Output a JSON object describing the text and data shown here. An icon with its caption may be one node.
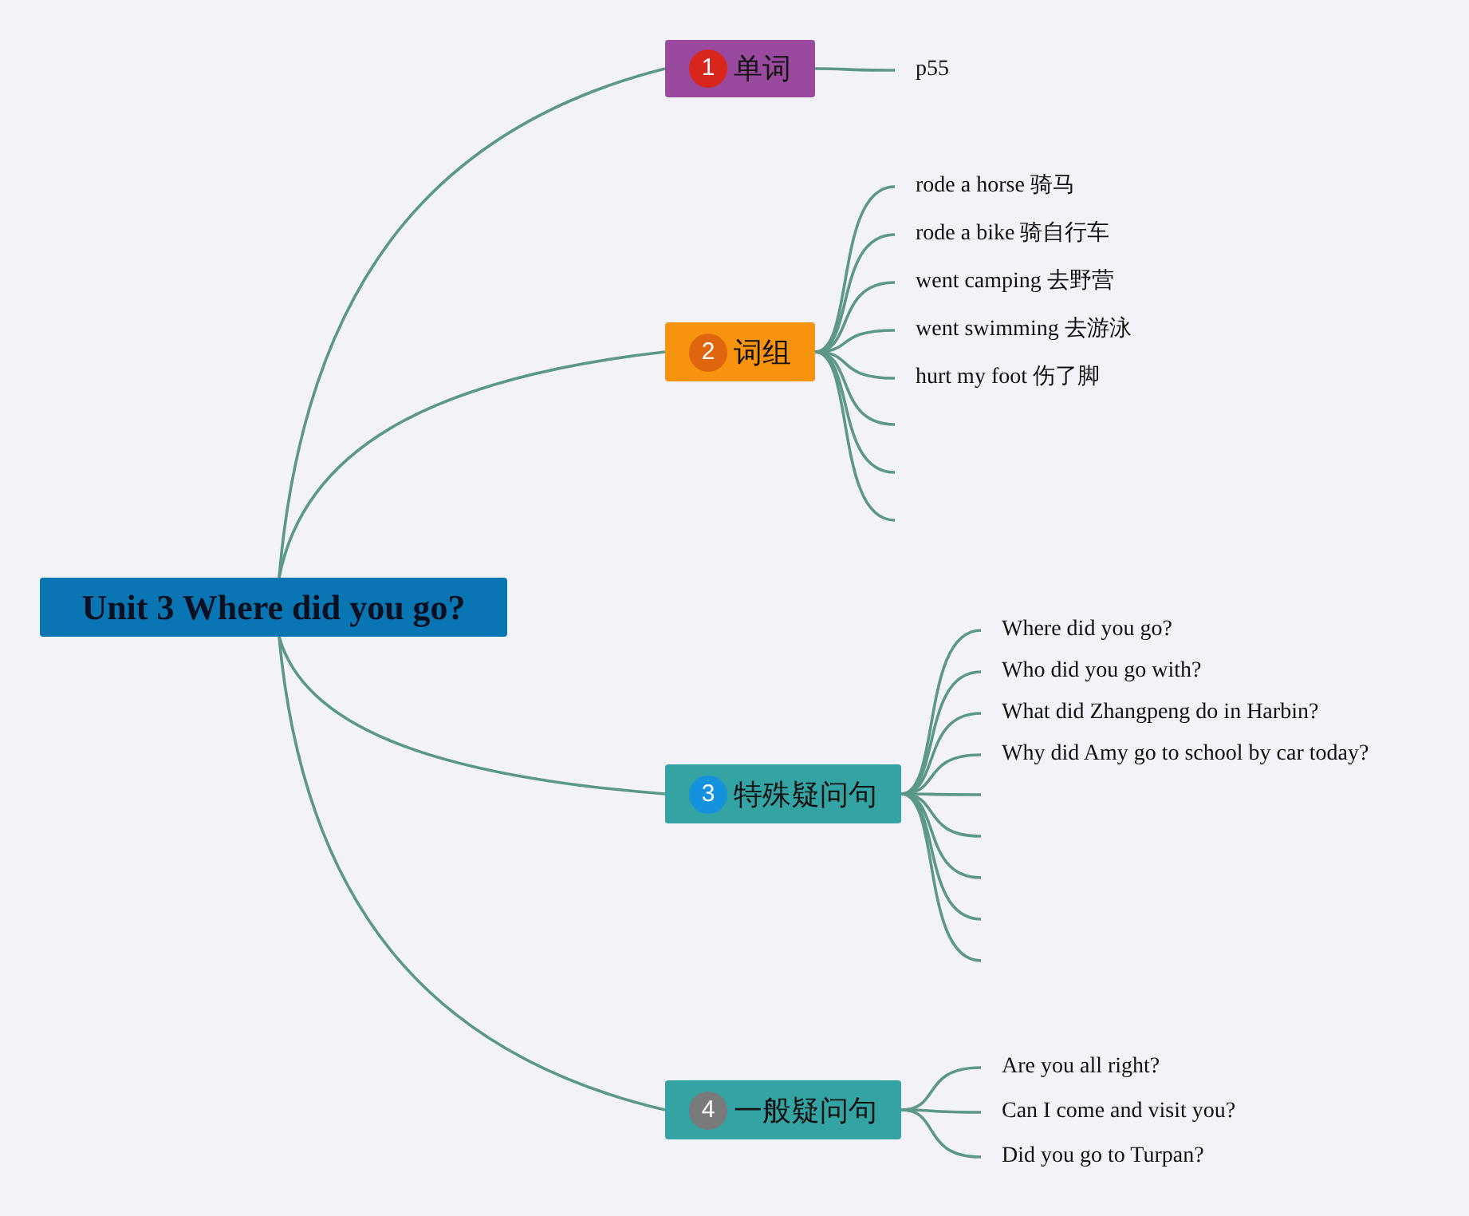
{
  "diagram": {
    "nodes": [
      {
        "text": [
          "Unit 3 Where did you go?"
        ]
      },
      {
        "text": [
          "1",
          "单词"
        ]
      },
      {
        "text": [
          "p55"
        ]
      },
      {
        "text": [
          "2",
          "词组"
        ]
      },
      {
        "text": [
          "rode a horse 骑马"
        ]
      },
      {
        "text": [
          "rode a bike 骑自行车"
        ]
      },
      {
        "text": [
          "went camping 去野营"
        ]
      },
      {
        "text": [
          "went swimming 去游泳"
        ]
      },
      {
        "text": [
          "hurt my foot 伤了脚"
        ]
      },
      {
        "text": [
          "3",
          "特殊疑问句"
        ]
      },
      {
        "text": [
          "Where did you go?"
        ]
      },
      {
        "text": [
          "Who did you go with?"
        ]
      },
      {
        "text": [
          "What did Zhangpeng do in Harbin?"
        ]
      },
      {
        "text": [
          "Why did Amy go to school by car today?"
        ]
      },
      {
        "text": [
          "4",
          "一般疑问句"
        ]
      },
      {
        "text": [
          "Are you all right?"
        ]
      },
      {
        "text": [
          "Can I come and visit you?"
        ]
      },
      {
        "text": [
          "Did you go to Turpan?"
        ]
      }
    ],
    "edges": [
      {
        "from": 0,
        "to": 1,
        "arrow": "none"
      },
      {
        "from": 0,
        "to": 3,
        "arrow": "none"
      },
      {
        "from": 0,
        "to": 9,
        "arrow": "none"
      },
      {
        "from": 0,
        "to": 14,
        "arrow": "none"
      },
      {
        "from": 1,
        "to": 2,
        "arrow": "none"
      },
      {
        "from": 3,
        "to": 4,
        "arrow": "none"
      },
      {
        "from": 3,
        "to": 5,
        "arrow": "none"
      },
      {
        "from": 3,
        "to": 6,
        "arrow": "none"
      },
      {
        "from": 3,
        "to": 7,
        "arrow": "none"
      },
      {
        "from": 3,
        "to": 8,
        "arrow": "none"
      },
      {
        "from": 3,
        "to": null,
        "arrow": "none"
      },
      {
        "from": 3,
        "to": null,
        "arrow": "none"
      },
      {
        "from": 3,
        "to": null,
        "arrow": "none"
      },
      {
        "from": 9,
        "to": 10,
        "arrow": "none"
      },
      {
        "from": 9,
        "to": 11,
        "arrow": "none"
      },
      {
        "from": 9,
        "to": 12,
        "arrow": "none"
      },
      {
        "from": 9,
        "to": 13,
        "arrow": "none"
      },
      {
        "from": 9,
        "to": null,
        "arrow": "none"
      },
      {
        "from": 9,
        "to": null,
        "arrow": "none"
      },
      {
        "from": 9,
        "to": null,
        "arrow": "none"
      },
      {
        "from": 9,
        "to": null,
        "arrow": "none"
      },
      {
        "from": 9,
        "to": null,
        "arrow": "none"
      },
      {
        "from": 14,
        "to": 15,
        "arrow": "none"
      },
      {
        "from": 14,
        "to": 16,
        "arrow": "none"
      },
      {
        "from": 14,
        "to": 17,
        "arrow": "none"
      }
    ]
  }
}
